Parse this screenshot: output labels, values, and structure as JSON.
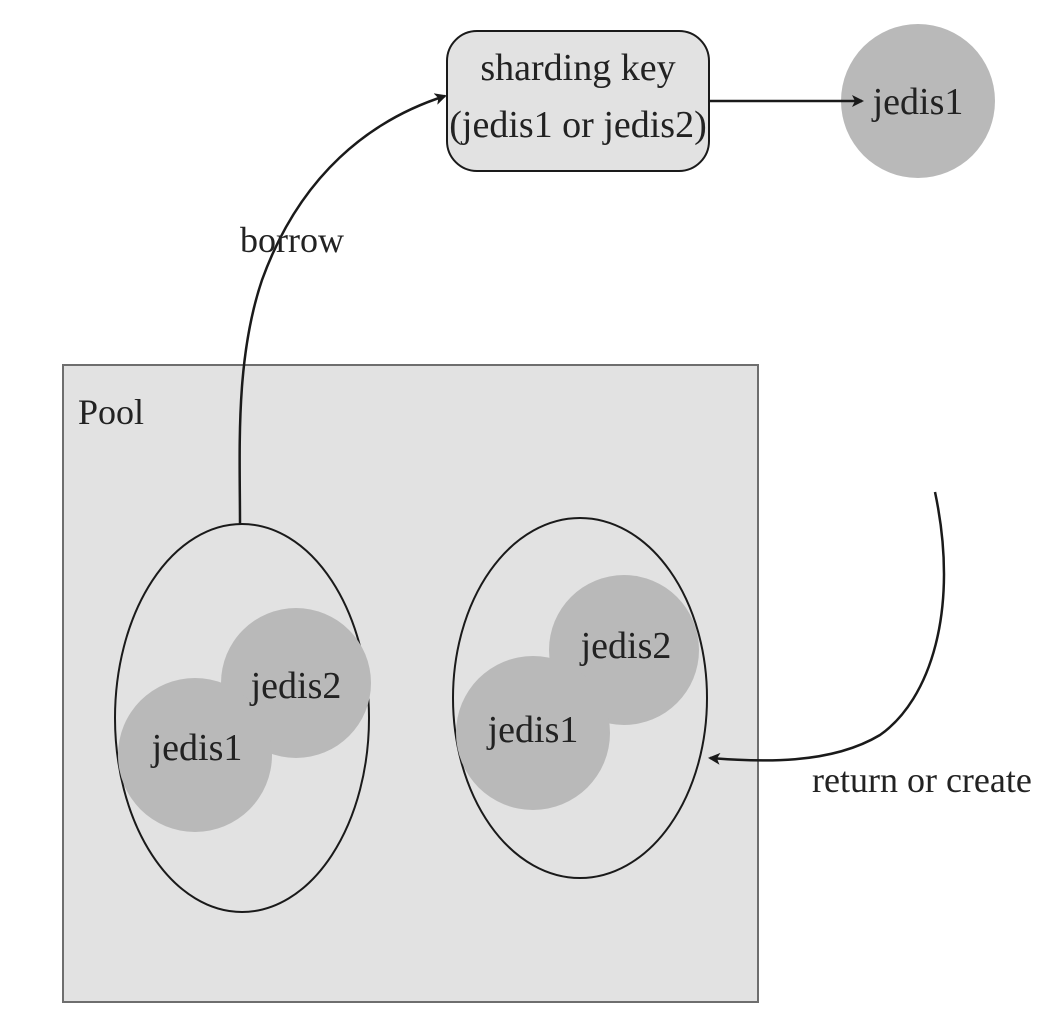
{
  "top": {
    "sharding_key_line1": "sharding key",
    "sharding_key_line2": "(jedis1 or jedis2)",
    "result_node": "jedis1"
  },
  "edges": {
    "borrow": "borrow",
    "return_or_create": "return or create"
  },
  "pool": {
    "title": "Pool",
    "groups": [
      {
        "nodes": [
          "jedis1",
          "jedis2"
        ]
      },
      {
        "nodes": [
          "jedis1",
          "jedis2"
        ]
      }
    ]
  },
  "colors": {
    "pool_fill": "#e2e2e2",
    "pool_stroke": "#6e6e6e",
    "key_fill": "#e2e2e2",
    "node_fill": "#b9b9b9",
    "line": "#1a1a1a",
    "text": "#222222"
  }
}
